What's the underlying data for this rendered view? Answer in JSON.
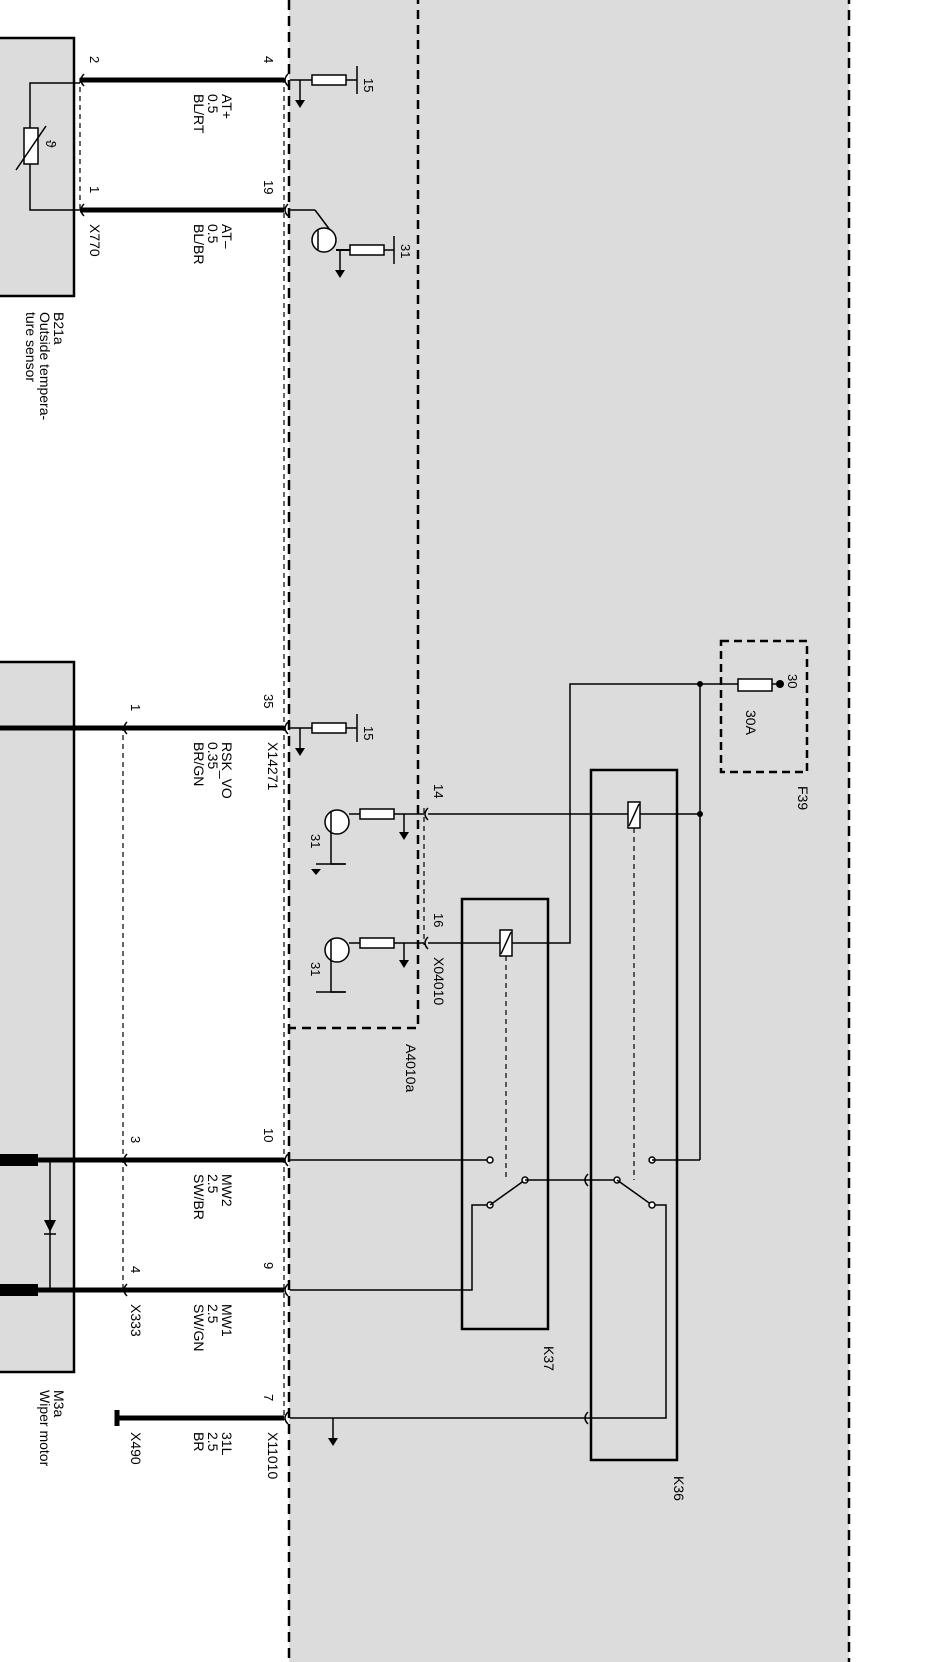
{
  "components": {
    "b21a": {
      "ref": "B21a",
      "desc_line1": "Outside tempera-",
      "desc_line2": "ture sensor",
      "connector": "X770"
    },
    "m3a": {
      "ref": "M3a",
      "desc": "Wiper motor",
      "connector": "X333"
    },
    "a4010a": {
      "ref": "A4010a",
      "connector": "X04010"
    },
    "f39": {
      "ref": "F39",
      "rating": "30A",
      "terminal": "30"
    },
    "k36": {
      "ref": "K36"
    },
    "k37": {
      "ref": "K37"
    },
    "x14271": {
      "ref": "X14271"
    },
    "x11010": {
      "ref": "X11010"
    },
    "x490": {
      "ref": "X490"
    }
  },
  "wires": {
    "at_plus": {
      "signal": "AT+",
      "size": "0.5",
      "color": "BL/RT",
      "pin_left": "2",
      "pin_right": "4"
    },
    "at_minus": {
      "signal": "AT–",
      "size": "0.5",
      "color": "BL/BR",
      "pin_left": "1",
      "pin_right": "19"
    },
    "rsk_vo": {
      "signal": "RSK_VO",
      "size": "0.35",
      "color": "BR/GN",
      "pin_left": "1",
      "pin_right": "35"
    },
    "mw2": {
      "signal": "MW2",
      "size": "2.5",
      "color": "SW/BR",
      "pin_left": "3",
      "pin_right": "10"
    },
    "mw1": {
      "signal": "MW1",
      "size": "2.5",
      "color": "SW/GN",
      "pin_left": "4",
      "pin_right": "9"
    },
    "l31": {
      "signal": "31L",
      "size": "2.5",
      "color": "BR",
      "pin_right": "7"
    }
  },
  "internal": {
    "pin14": "14",
    "pin16": "16",
    "supply15_a": "15",
    "supply15_b": "15",
    "gnd31_a": "31",
    "gnd31_b": "31",
    "gnd31_c": "31"
  },
  "symbols": {
    "theta": "ϑ"
  },
  "colors": {
    "module_fill": "#dcdcdc",
    "line": "#000000"
  }
}
